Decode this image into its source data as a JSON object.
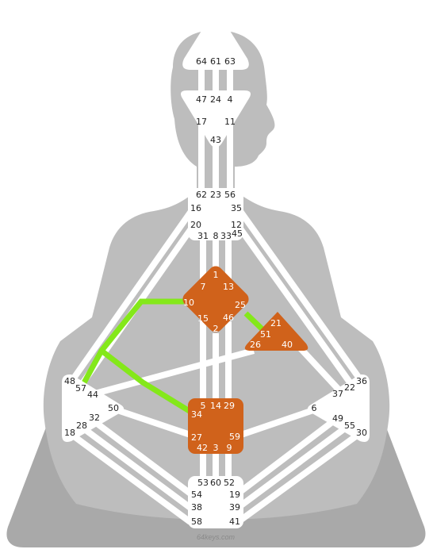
{
  "watermark": "64keys.com",
  "colors": {
    "background": "#ffffff",
    "body_silhouette": "#bdbdbd",
    "body_shadow": "#a9a9a9",
    "channel_inactive": "#ffffff",
    "center_inactive": "#ffffff",
    "center_defined": "#d0621b",
    "channel_defined": "#84e81a",
    "gate_text_dark": "#222222",
    "gate_text_light": "#ffffff"
  },
  "centers": [
    {
      "id": "head",
      "defined": false,
      "gates": [
        "64",
        "61",
        "63"
      ]
    },
    {
      "id": "ajna",
      "defined": false,
      "gates": [
        "47",
        "24",
        "4",
        "17",
        "11",
        "43"
      ]
    },
    {
      "id": "throat",
      "defined": false,
      "gates": [
        "62",
        "23",
        "56",
        "16",
        "35",
        "20",
        "12",
        "31",
        "8",
        "33",
        "45"
      ]
    },
    {
      "id": "g",
      "defined": true,
      "gates": [
        "1",
        "7",
        "13",
        "10",
        "25",
        "15",
        "46",
        "2"
      ]
    },
    {
      "id": "heart",
      "defined": true,
      "gates": [
        "21",
        "51",
        "26",
        "40"
      ]
    },
    {
      "id": "spleen",
      "defined": false,
      "gates": [
        "48",
        "57",
        "44",
        "50",
        "32",
        "28",
        "18"
      ]
    },
    {
      "id": "solar-plexus",
      "defined": false,
      "gates": [
        "36",
        "22",
        "37",
        "6",
        "49",
        "55",
        "30"
      ]
    },
    {
      "id": "sacral",
      "defined": true,
      "gates": [
        "5",
        "14",
        "29",
        "34",
        "27",
        "59",
        "42",
        "3",
        "9"
      ]
    },
    {
      "id": "root",
      "defined": false,
      "gates": [
        "53",
        "60",
        "52",
        "54",
        "19",
        "38",
        "39",
        "58",
        "41"
      ]
    }
  ],
  "defined_channels": [
    "10-57",
    "34-57",
    "25-51"
  ]
}
